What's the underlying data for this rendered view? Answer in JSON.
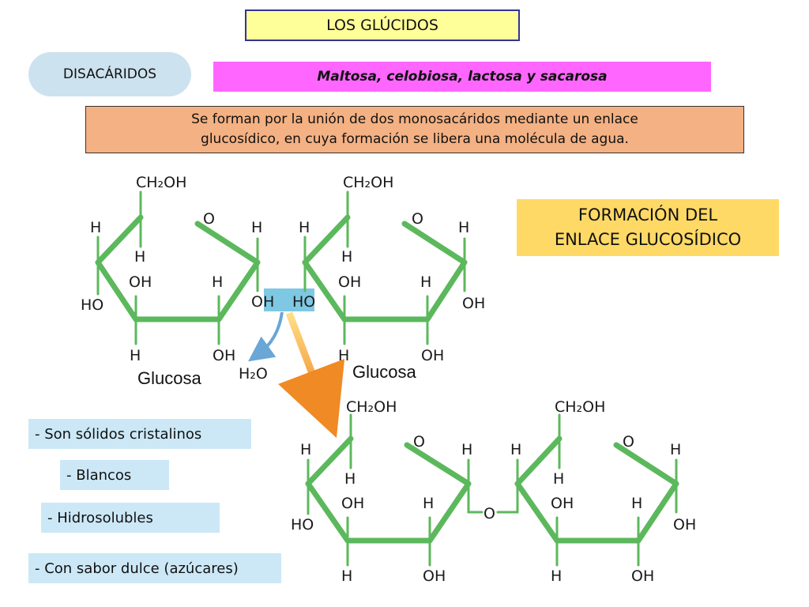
{
  "header": {
    "title": "LOS GLÚCIDOS"
  },
  "category": {
    "label": "DISACÁRIDOS"
  },
  "examples": {
    "text": "Maltosa, celobiosa, lactosa y sacarosa"
  },
  "description": {
    "line1": "Se forman por la unión de dos monosacáridos mediante un enlace",
    "line2": "glucosídico, en cuya formación se libera una molécula de agua."
  },
  "formation": {
    "line1": "FORMACIÓN DEL",
    "line2": "ENLACE GLUCOSÍDICO"
  },
  "properties": [
    "- Son sólidos cristalinos",
    "-  Blancos",
    "- Hidrosolubles",
    "- Con sabor dulce (azúcares)"
  ],
  "molecules": {
    "left_name": "Glucosa",
    "right_name": "Glucosa",
    "water": "H₂O",
    "ch2oh": "CH₂OH",
    "o": "O",
    "h": "H",
    "oh": "OH",
    "ho": "HO",
    "oh_reacting": "OH",
    "ho_reacting": "HO",
    "bridge_o": "O"
  },
  "colors": {
    "ring": "#5cb85c",
    "reaction_highlight": "#7ec8e3",
    "water_arrow": "#6aa6d6",
    "product_arrow": "#f08a24"
  }
}
